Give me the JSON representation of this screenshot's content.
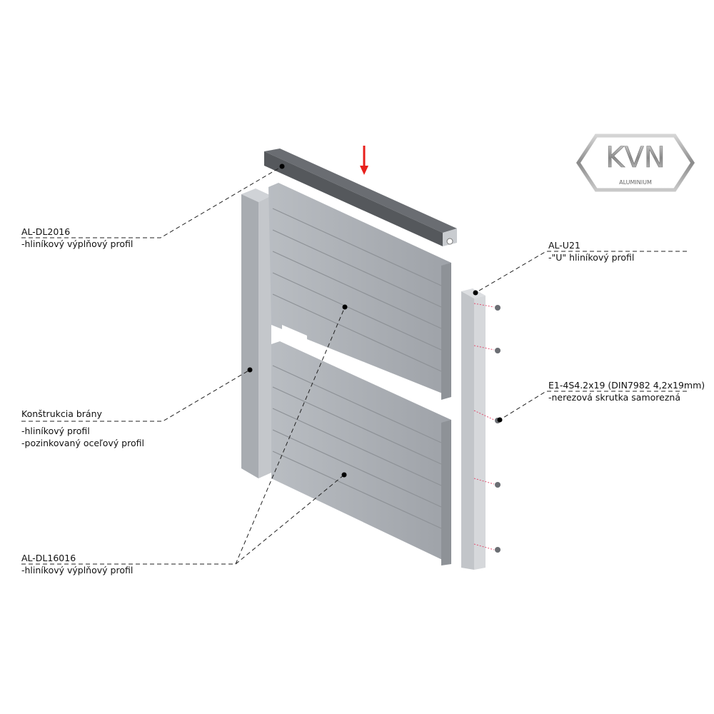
{
  "logo": {
    "main": "KVN",
    "sub": "ALUMINIUM"
  },
  "colors": {
    "arrow": "#e8201c",
    "profile": "#a9adb3",
    "dark_profile": "#5e6166",
    "text": "#111111"
  },
  "labels": [
    {
      "title": "AL-DL2016",
      "lines": [
        "-hliníkový výplňový profil"
      ]
    },
    {
      "title": "Konštrukcia brány",
      "lines": [
        "-hliníkový profil",
        "-pozinkovaný oceľový profil"
      ]
    },
    {
      "title": "AL-DL16016",
      "lines": [
        "-hliníkový výplňový profil"
      ]
    },
    {
      "title": "AL-U21",
      "lines": [
        "-\"U\" hliníkový profil"
      ]
    },
    {
      "title": "E1-4S4.2x19 (DIN7982 4,2x19mm)",
      "lines": [
        "-nerezová skrutka samorezná"
      ]
    }
  ]
}
